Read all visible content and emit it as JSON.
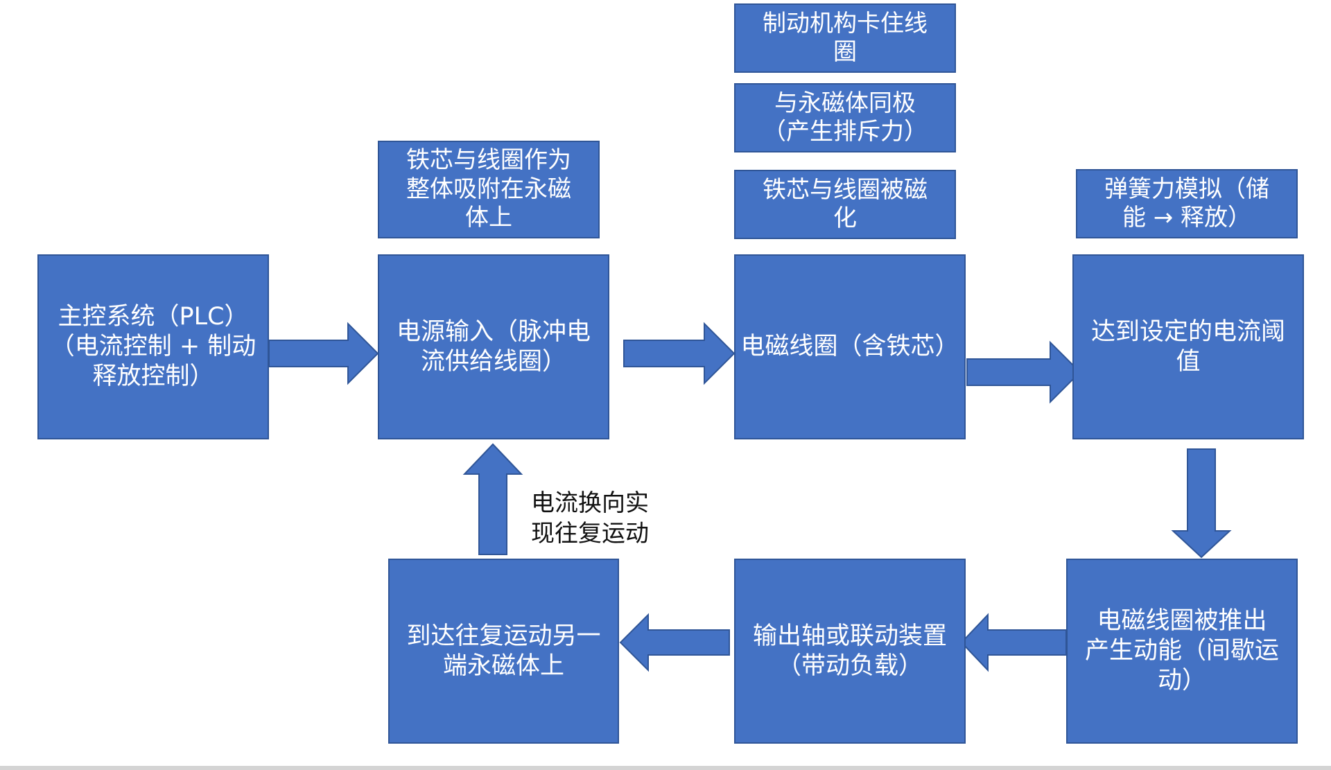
{
  "colors": {
    "box_fill": "#4472c4",
    "box_border": "#2f5597",
    "arrow_fill": "#4472c4",
    "text_on_box": "#ffffff",
    "plain_text": "#111111"
  },
  "nodes": {
    "main_control": "主控系统（PLC）\n（电流控制 + 制动\n释放控制）",
    "power_input": "电源输入（脉冲电\n流供给线圈）",
    "em_coil": "电磁线圈（含铁芯）",
    "current_threshold": "达到设定的电流阈\n值",
    "coil_pushed": "电磁线圈被推出\n产生动能（间歇运\n动）",
    "output_shaft": "输出轴或联动装置\n（带动负载）",
    "reach_other_end": "到达往复运动另一\n端永磁体上"
  },
  "notes": {
    "core_adsorbed": "铁芯与线圈作为\n整体吸附在永磁\n体上",
    "brake_stuck": "制动机构卡住线\n圈",
    "same_pole": "与永磁体同极\n（产生排斥力）",
    "magnetized": "铁芯与线圈被磁\n化",
    "spring_force": "弹簧力模拟（储\n能 → 释放）"
  },
  "labels": {
    "current_reversal": "电流换向实\n现往复运动"
  }
}
